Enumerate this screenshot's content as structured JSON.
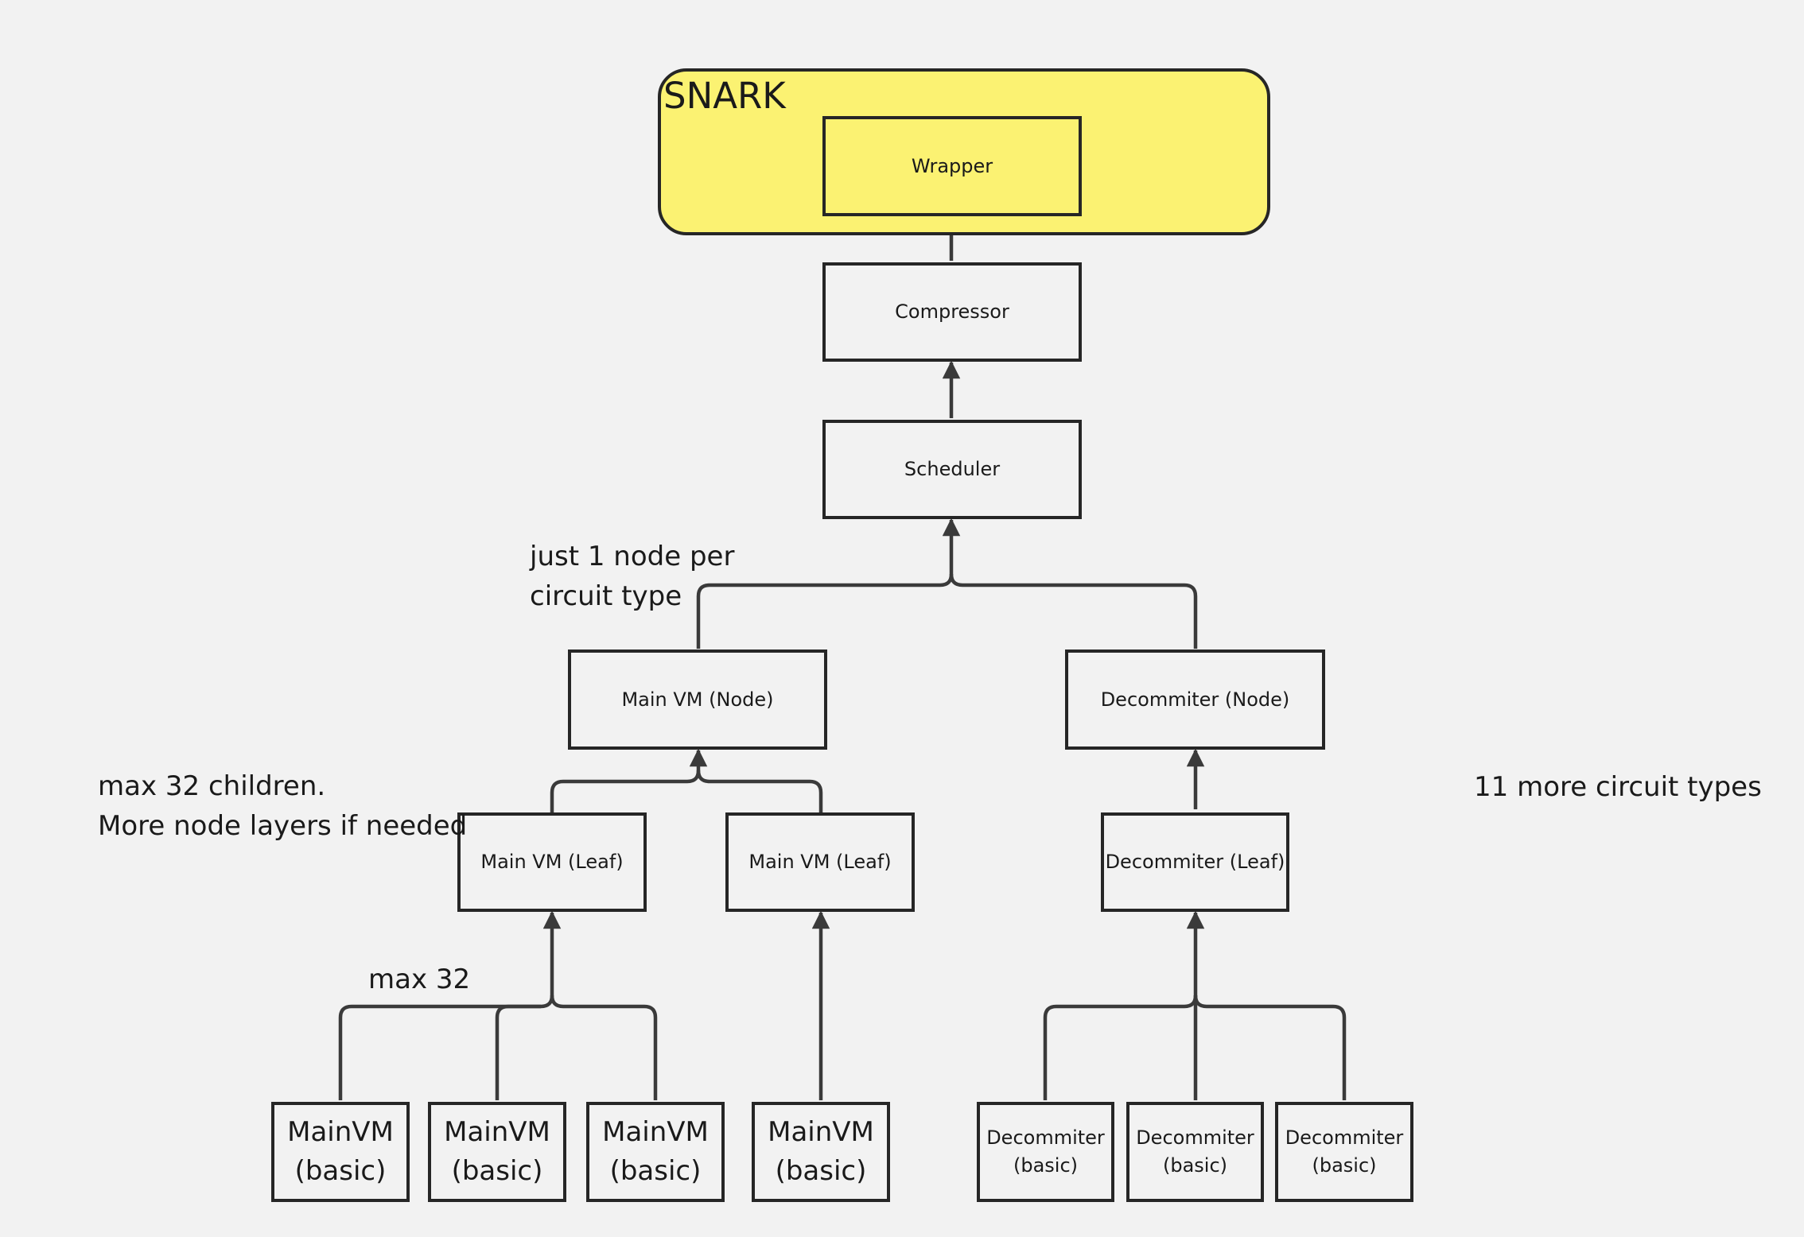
{
  "container": {
    "label": "SNARK",
    "fill": "#fbf272"
  },
  "nodes": {
    "wrapper": "Wrapper",
    "compressor": "Compressor",
    "scheduler": "Scheduler",
    "main_vm_node": "Main VM (Node)",
    "decommiter_node": "Decommiter (Node)",
    "main_vm_leaf_1": "Main VM (Leaf)",
    "main_vm_leaf_2": "Main VM (Leaf)",
    "decommiter_leaf": "Decommiter (Leaf)",
    "mainvm_basic": {
      "line1": "MainVM",
      "line2": "(basic)"
    },
    "decommiter_basic": {
      "line1": "Decommiter",
      "line2": "(basic)"
    }
  },
  "notes": {
    "node_per_type": {
      "line1": "just 1 node per",
      "line2": "circuit type"
    },
    "max_children": {
      "line1": "max 32 children.",
      "line2": "More node layers if needed"
    },
    "max_32": "max 32",
    "more_types": "11 more circuit types"
  },
  "colors": {
    "background": "#f2f2f2",
    "stroke": "#262626",
    "highlight": "#fbf272"
  }
}
